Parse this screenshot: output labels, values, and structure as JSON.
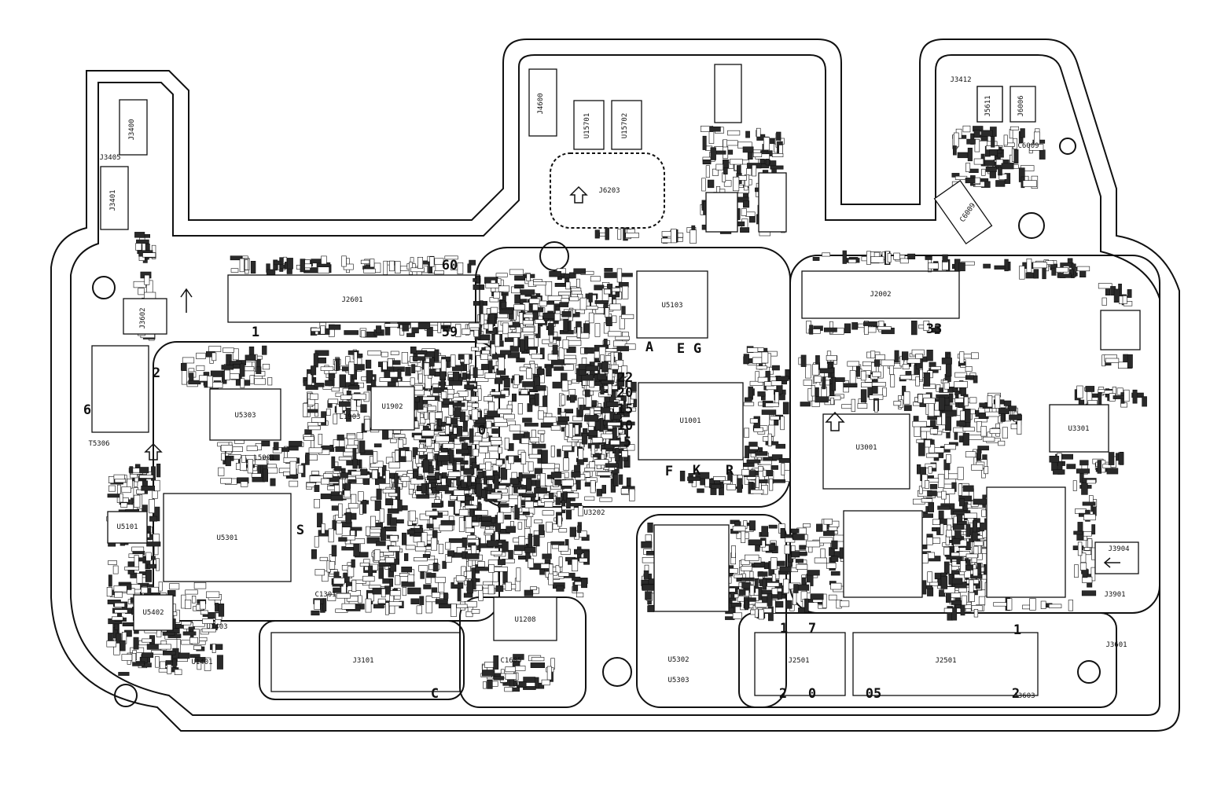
{
  "board": {
    "stroke": "#111111",
    "fill": "#ffffff",
    "pad_fill": "#2a2a2a"
  },
  "components": [
    {
      "id": "J3400",
      "label": "J3400"
    },
    {
      "id": "J3401",
      "label": "J3401"
    },
    {
      "id": "J3405",
      "label": "J3405"
    },
    {
      "id": "J4600",
      "label": "J4600"
    },
    {
      "id": "U15701",
      "label": "U15701"
    },
    {
      "id": "U15702",
      "label": "U15702"
    },
    {
      "id": "J6203",
      "label": "J6203"
    },
    {
      "id": "J3412",
      "label": "J3412"
    },
    {
      "id": "J5611",
      "label": "J5611"
    },
    {
      "id": "J6006",
      "label": "J6006"
    },
    {
      "id": "C6009",
      "label": "C6009"
    },
    {
      "id": "J2601",
      "label": "J2601"
    },
    {
      "id": "J2002",
      "label": "J2002"
    },
    {
      "id": "J3601",
      "label": "J3601"
    },
    {
      "id": "U5103",
      "label": "U5103"
    },
    {
      "id": "U1902",
      "label": "U1902"
    },
    {
      "id": "U1001",
      "label": "U1001"
    },
    {
      "id": "U5303",
      "label": "U5303"
    },
    {
      "id": "U5301",
      "label": "U5301"
    },
    {
      "id": "U5101",
      "label": "U5101"
    },
    {
      "id": "U5402",
      "label": "U5402"
    },
    {
      "id": "U1403",
      "label": "U1403"
    },
    {
      "id": "U1401",
      "label": "U1401"
    },
    {
      "id": "U1208",
      "label": "U1208"
    },
    {
      "id": "U3202",
      "label": "U3202"
    },
    {
      "id": "U3001",
      "label": "U3001"
    },
    {
      "id": "U3301",
      "label": "U3301"
    },
    {
      "id": "J3101",
      "label": "J3101"
    },
    {
      "id": "J2501a",
      "label": "J2501"
    },
    {
      "id": "J2501b",
      "label": "J2501"
    },
    {
      "id": "J3904",
      "label": "J3904"
    },
    {
      "id": "J3901",
      "label": "J3901"
    },
    {
      "id": "J3603",
      "label": "J3603"
    },
    {
      "id": "T5306",
      "label": "T5306"
    },
    {
      "id": "L1903",
      "label": "L1903"
    },
    {
      "id": "L5001",
      "label": "L5001"
    },
    {
      "id": "C1301",
      "label": "C1301"
    },
    {
      "id": "C1605",
      "label": "C1605"
    },
    {
      "id": "U5302",
      "label": "U5302"
    },
    {
      "id": "U5303b",
      "label": "U5303"
    },
    {
      "id": "C6009b",
      "label": "C6009"
    },
    {
      "id": "J3602",
      "label": "J3602"
    }
  ],
  "markers": [
    {
      "id": "m1",
      "text": "1"
    },
    {
      "id": "m2",
      "text": "2"
    },
    {
      "id": "m6",
      "text": "6"
    },
    {
      "id": "m33",
      "text": "33"
    },
    {
      "id": "m22",
      "text": "22"
    },
    {
      "id": "m20",
      "text": "20"
    },
    {
      "id": "m15",
      "text": "15"
    },
    {
      "id": "m10",
      "text": "10"
    },
    {
      "id": "m5",
      "text": "5"
    },
    {
      "id": "mA",
      "text": "A"
    },
    {
      "id": "mE",
      "text": "E"
    },
    {
      "id": "mG",
      "text": "G"
    },
    {
      "id": "mF",
      "text": "F"
    },
    {
      "id": "mK",
      "text": "K"
    },
    {
      "id": "mR",
      "text": "R"
    },
    {
      "id": "mS",
      "text": "S"
    },
    {
      "id": "mC",
      "text": "C"
    },
    {
      "id": "m0",
      "text": "0"
    },
    {
      "id": "m05",
      "text": "05"
    },
    {
      "id": "m1b",
      "text": "1"
    },
    {
      "id": "m7",
      "text": "7"
    },
    {
      "id": "m2b",
      "text": "2"
    },
    {
      "id": "m0b",
      "text": "0"
    },
    {
      "id": "m1c",
      "text": "1"
    },
    {
      "id": "m2c",
      "text": "2"
    },
    {
      "id": "m60",
      "text": "60"
    },
    {
      "id": "m59",
      "text": "59"
    }
  ]
}
